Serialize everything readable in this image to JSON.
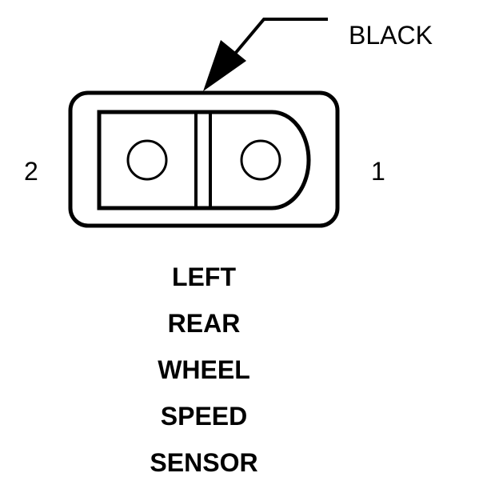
{
  "connector": {
    "wire_color_label": "BLACK",
    "pin_left": "2",
    "pin_right": "1"
  },
  "caption": {
    "lines": [
      "LEFT",
      "REAR",
      "WHEEL",
      "SPEED",
      "SENSOR"
    ]
  }
}
